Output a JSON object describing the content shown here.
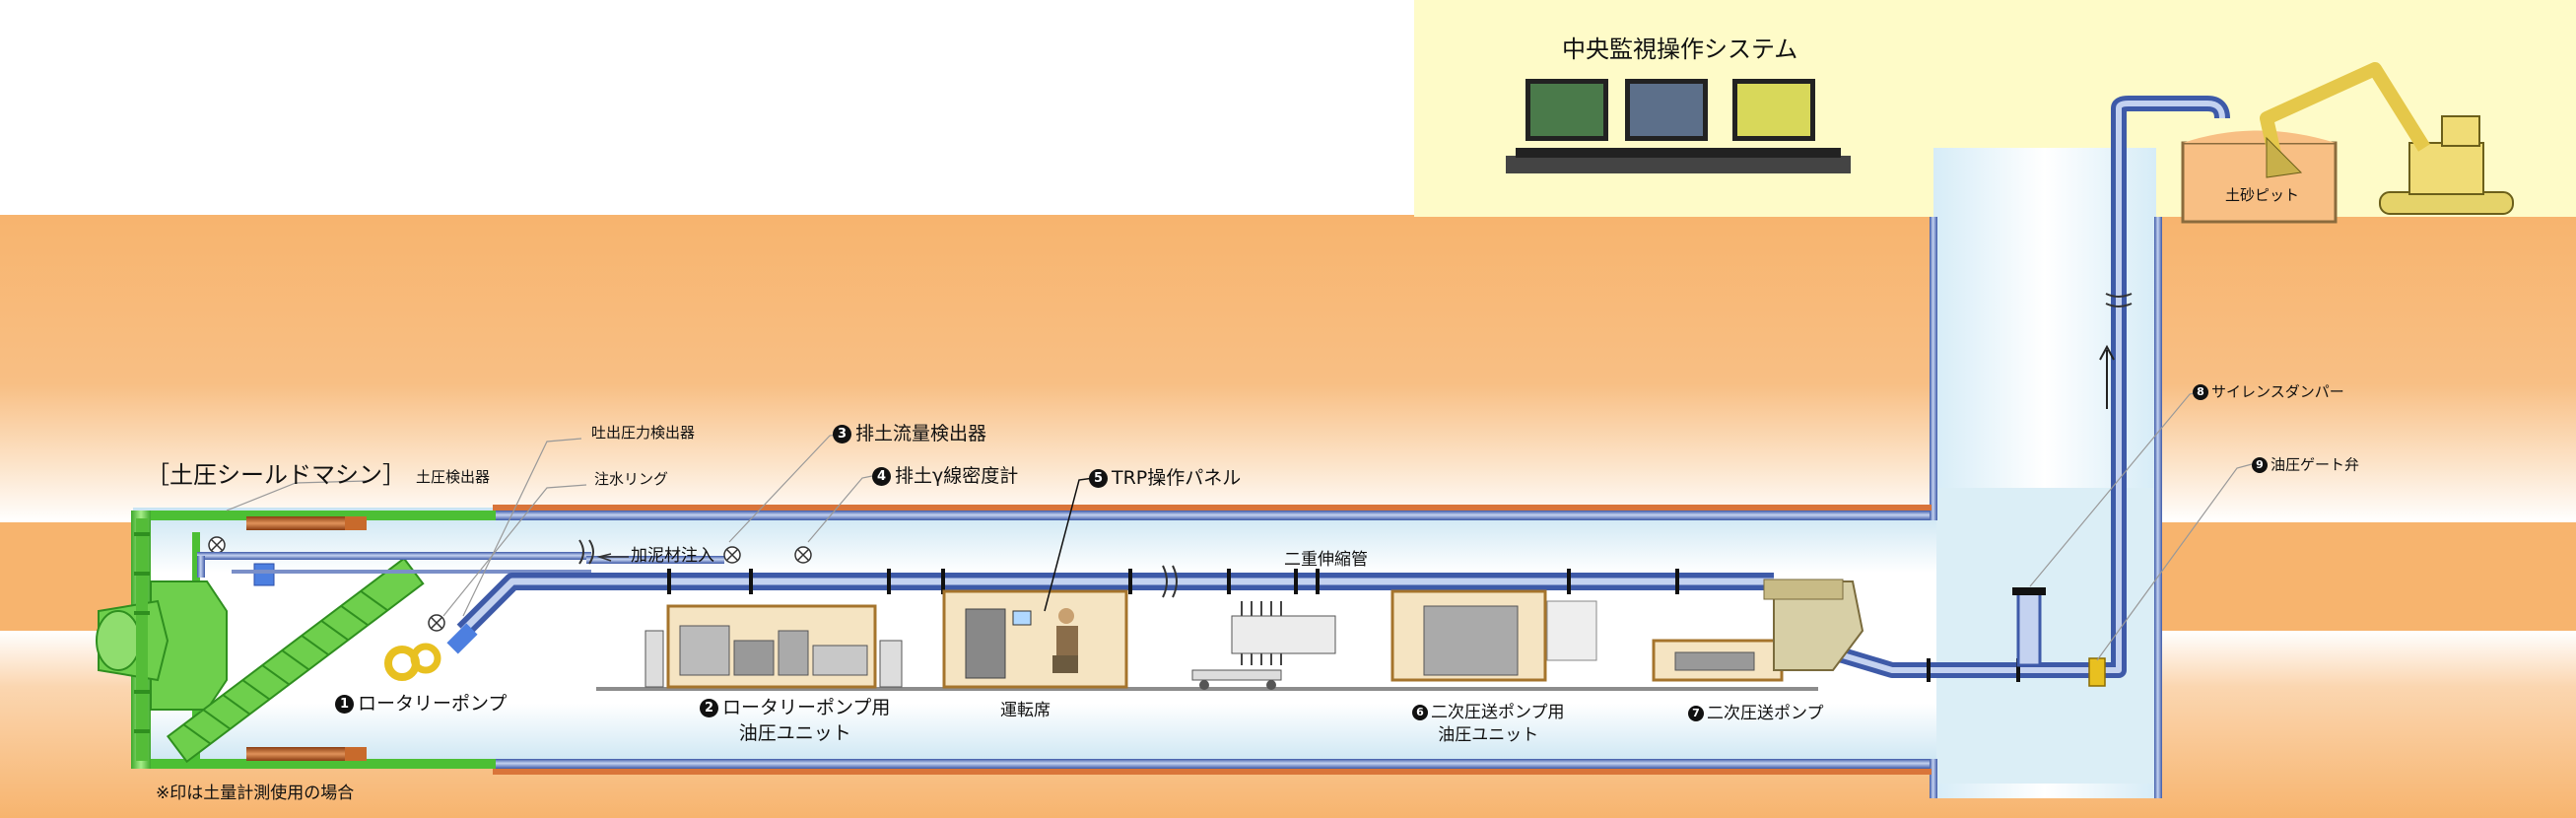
{
  "header": {
    "title": "中央監視操作システム"
  },
  "machine": {
    "title": "［土圧シールドマシン］"
  },
  "sensors": {
    "earth_pressure": "土圧検出器",
    "discharge_pressure": "吐出圧力検出器",
    "water_ring": "注水リング",
    "mud_injection": "加泥材注入"
  },
  "components": [
    {
      "num": "❶",
      "label": "ロータリーポンプ"
    },
    {
      "num": "❷",
      "label": "ロータリーポンプ用",
      "label2": "油圧ユニット"
    },
    {
      "num": "❸",
      "label": "排土流量検出器"
    },
    {
      "num": "❹",
      "label": "排土γ線密度計"
    },
    {
      "num": "❺",
      "label": "TRP操作パネル"
    },
    {
      "num": "❻",
      "label": "二次圧送ポンプ用",
      "label2": "油圧ユニット"
    },
    {
      "num": "❼",
      "label": "二次圧送ポンプ"
    },
    {
      "num": "❽",
      "label": "サイレンスダンパー"
    },
    {
      "num": "❾",
      "label": "油圧ゲート弁"
    }
  ],
  "labels": {
    "operator_seat": "運転席",
    "telescopic_pipe": "二重伸縮管",
    "soil_pit": "土砂ピット"
  },
  "footnote": "※印は土量計測使用の場合",
  "colors": {
    "soil": "#f7b46e",
    "tunnel": "#dbeef6",
    "pipe": "#6d88c9",
    "monitor_bg": "#fefbc8",
    "machine": "#6ecf4c"
  },
  "icons": [
    "excavator-icon",
    "monitor-icon",
    "shield-machine-icon",
    "pump-icon",
    "operator-icon"
  ]
}
